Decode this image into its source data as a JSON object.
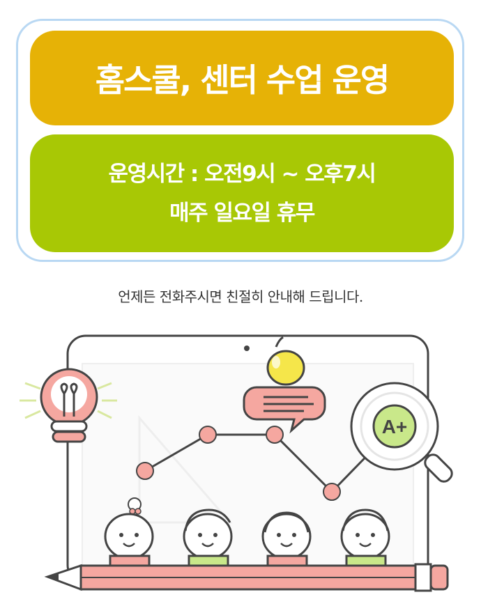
{
  "banner": {
    "title": "홈스쿨, 센터 수업 운영",
    "hours": "운영시간 : 오전9시 ~ 오후7시",
    "holiday": "매주 일요일 휴무"
  },
  "note": "언제든 전화주시면 친절히 안내해 드립니다.",
  "illustration": {
    "grade_badge": "A+",
    "colors": {
      "title_bg": "#e6b206",
      "hours_bg": "#a8c805",
      "frame_border": "#b9d8f3",
      "accent_pink": "#f5a7a0",
      "accent_yellow": "#f5e64a",
      "accent_green": "#c9e88a"
    }
  }
}
